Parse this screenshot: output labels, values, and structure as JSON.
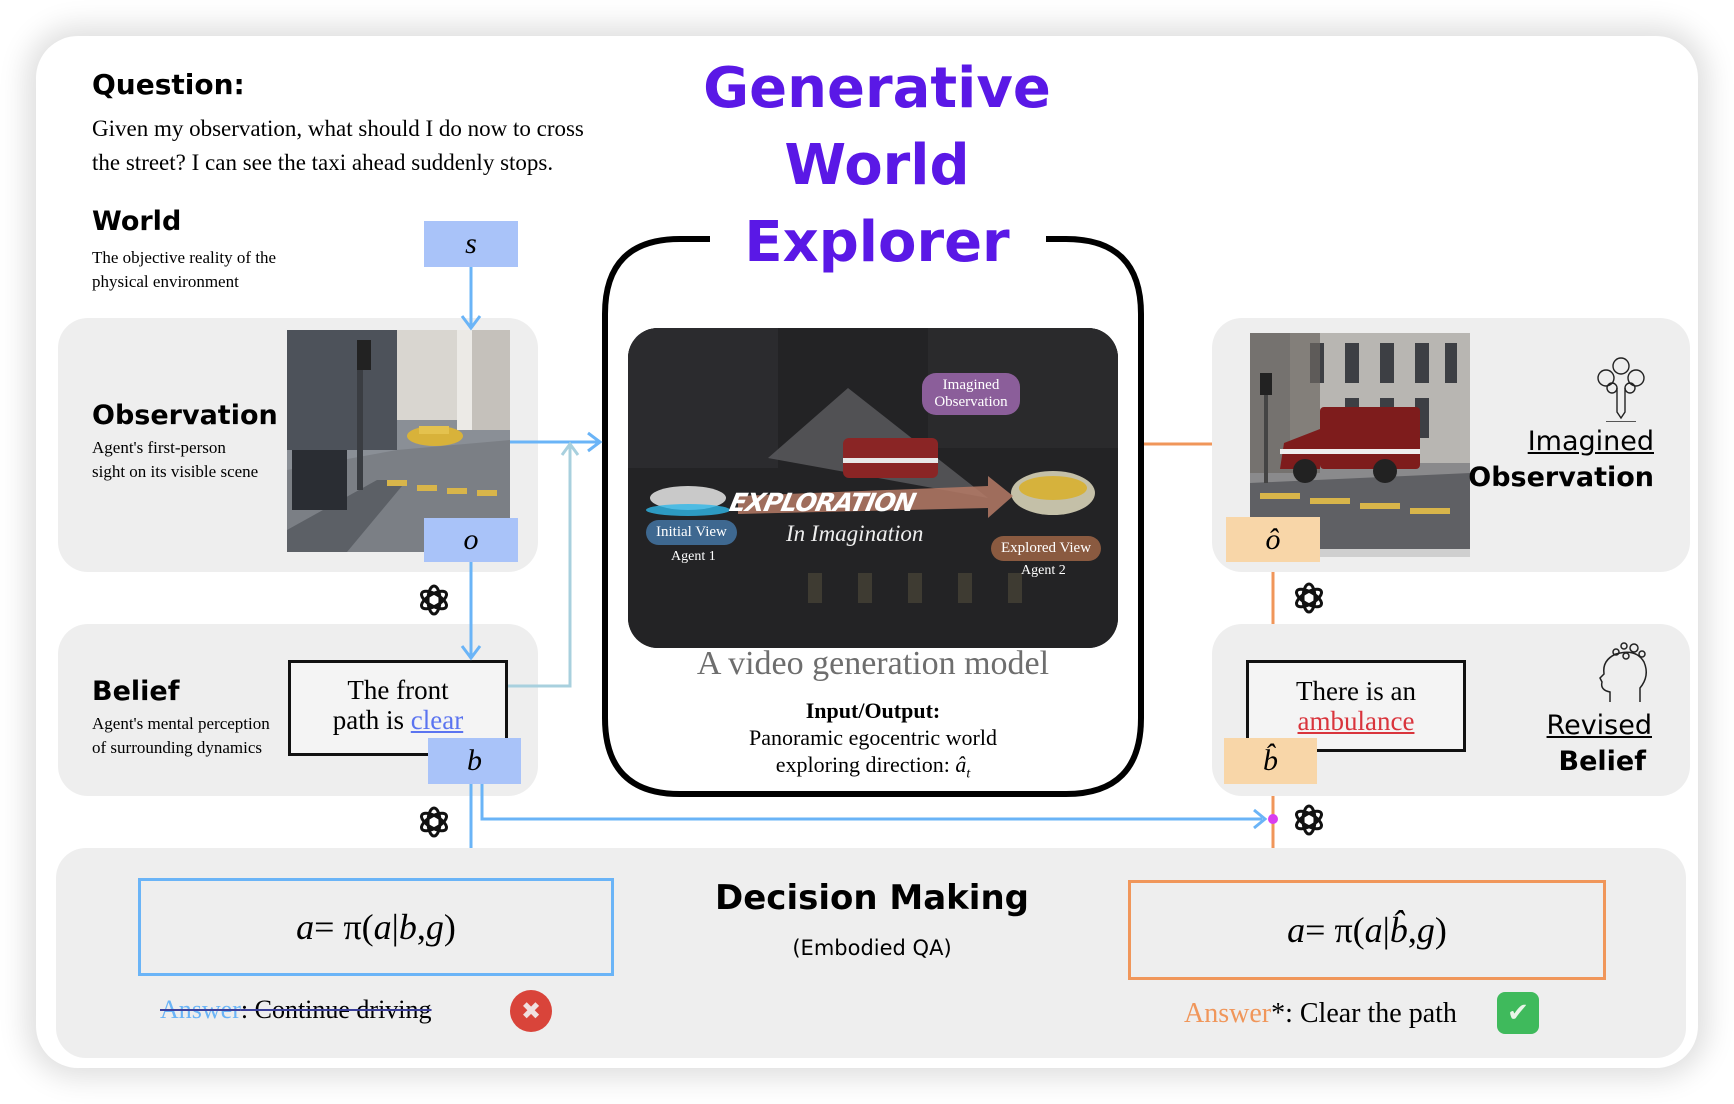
{
  "title": {
    "line1": "Generative",
    "line2": "World",
    "line3": "Explorer",
    "color": "#5a18e6"
  },
  "question": {
    "label": "Question:",
    "text_line1": "Given my observation, what should I do now to cross",
    "text_line2": "the street? I can see the taxi ahead suddenly stops."
  },
  "world": {
    "label": "World",
    "desc_line1": "The objective reality of the",
    "desc_line2": "physical environment",
    "var": "s"
  },
  "observation": {
    "label": "Observation",
    "desc_line1": "Agent's first-person",
    "desc_line2": "sight on its visible scene",
    "var": "o",
    "image_alt": "first-person street view with a yellow taxi"
  },
  "belief": {
    "label": "Belief",
    "desc_line1": "Agent's mental perception",
    "desc_line2": "of surrounding dynamics",
    "text_prefix": "The front",
    "text_line2_prefix": "path is ",
    "text_highlight": "clear",
    "highlight_color": "#5b74f0",
    "var": "b"
  },
  "center": {
    "video_labels": {
      "imagined_observation_line1": "Imagined",
      "imagined_observation_line2": "Observation",
      "exploration": "EXPLORATION",
      "in_imagination": "In Imagination",
      "initial_view": "Initial View",
      "agent1": "Agent 1",
      "explored_view": "Explored View",
      "agent2": "Agent 2"
    },
    "model_label": "A video generation  model",
    "io_label": "Input/Output:",
    "io_line1": "Panoramic egocentric world",
    "io_line2": "exploring direction: ",
    "io_symbol": "â",
    "io_subscript": "t"
  },
  "imagined": {
    "label_line1": "Imagined",
    "label_line2": "Observation",
    "var": "ô",
    "image_alt": "imagined view of an ambulance at a crosswalk",
    "icon": "imagination-tree-pencil-icon"
  },
  "revised_belief": {
    "label_line1": "Revised",
    "label_line2": "Belief",
    "text_line1": "There is an",
    "text_highlight": "ambulance",
    "highlight_color": "#d9343c",
    "var": "b̂",
    "icon": "thinking-head-icon"
  },
  "decision": {
    "title": "Decision Making",
    "subtitle": "(Embodied QA)",
    "left_formula": {
      "lhs": "a",
      "eq": " = π(",
      "a2": "a",
      "bar": "|",
      "b": "b",
      "rest": ", ",
      "g": "g",
      "close": ")"
    },
    "right_formula": {
      "lhs": "a",
      "eq": " = π(",
      "a2": "a",
      "bar": "|",
      "b": "b̂",
      "rest": ", ",
      "g": "g",
      "close": ")"
    },
    "left_answer": {
      "label": "Answer",
      "text": ": Continue driving",
      "status": "wrong",
      "label_color": "#6ab4f7"
    },
    "right_answer": {
      "label": "Answer",
      "star": "*",
      "text": ": Clear the path",
      "status": "correct",
      "label_color": "#f0965a"
    }
  },
  "colors": {
    "blue_flow": "#6ab4f7",
    "light_blue_flow": "#a8d0de",
    "orange_flow": "#f0965a",
    "junction": "#d83ef0",
    "panel_gray": "#eeeeee"
  },
  "llm_icon": "openai-logo-icon"
}
